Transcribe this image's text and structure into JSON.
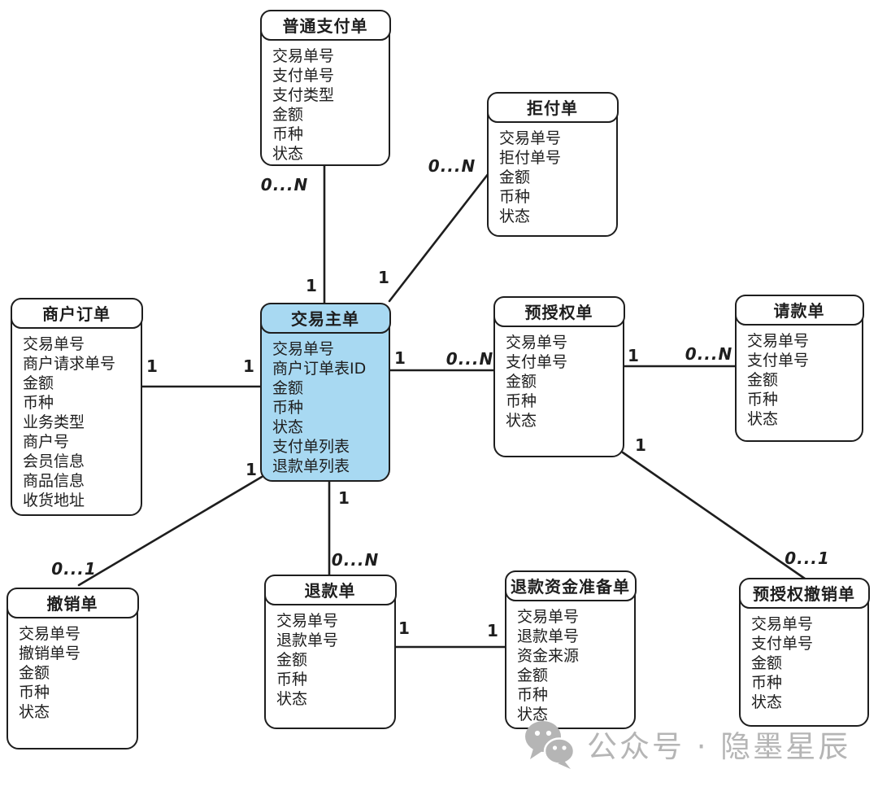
{
  "colors": {
    "stroke": "#1e1e1e",
    "highlight_fill": "#a8d9f2",
    "watermark_gray": "#b5b5b5"
  },
  "entities": [
    {
      "id": "ordinary-payment-order",
      "title": "普通支付单",
      "highlighted": false,
      "fields": [
        "交易单号",
        "支付单号",
        "支付类型",
        "金额",
        "币种",
        "状态"
      ]
    },
    {
      "id": "chargeback-order",
      "title": "拒付单",
      "highlighted": false,
      "fields": [
        "交易单号",
        "拒付单号",
        "金额",
        "币种",
        "状态"
      ]
    },
    {
      "id": "merchant-order",
      "title": "商户订单",
      "highlighted": false,
      "fields": [
        "交易单号",
        "商户请求单号",
        "金额",
        "币种",
        "业务类型",
        "商户号",
        "会员信息",
        "商品信息",
        "收货地址"
      ]
    },
    {
      "id": "trade-master-order",
      "title": "交易主单",
      "highlighted": true,
      "fields": [
        "交易单号",
        "商户订单表ID",
        "金额",
        "币种",
        "状态",
        "支付单列表",
        "退款单列表"
      ]
    },
    {
      "id": "preauthorization-order",
      "title": "预授权单",
      "highlighted": false,
      "fields": [
        "交易单号",
        "支付单号",
        "金额",
        "币种",
        "状态"
      ]
    },
    {
      "id": "capture-order",
      "title": "请款单",
      "highlighted": false,
      "fields": [
        "交易单号",
        "支付单号",
        "金额",
        "币种",
        "状态"
      ]
    },
    {
      "id": "cancellation-order",
      "title": "撤销单",
      "highlighted": false,
      "fields": [
        "交易单号",
        "撤销单号",
        "金额",
        "币种",
        "状态"
      ]
    },
    {
      "id": "refund-order",
      "title": "退款单",
      "highlighted": false,
      "fields": [
        "交易单号",
        "退款单号",
        "金额",
        "币种",
        "状态"
      ]
    },
    {
      "id": "refund-fund-preparation-order",
      "title": "退款资金准备单",
      "highlighted": false,
      "fields": [
        "交易单号",
        "退款单号",
        "资金来源",
        "金额",
        "币种",
        "状态"
      ]
    },
    {
      "id": "preauthorization-cancellation-order",
      "title": "预授权撤销单",
      "highlighted": false,
      "fields": [
        "交易单号",
        "支付单号",
        "金额",
        "币种",
        "状态"
      ]
    }
  ],
  "relationships": [
    {
      "from": "交易主单",
      "to": "普通支付单",
      "from_label": "1",
      "to_label": "0...N"
    },
    {
      "from": "交易主单",
      "to": "拒付单",
      "from_label": "1",
      "to_label": "0...N"
    },
    {
      "from": "商户订单",
      "to": "交易主单",
      "from_label": "1",
      "to_label": "1"
    },
    {
      "from": "交易主单",
      "to": "预授权单",
      "from_label": "1",
      "to_label": "0...N"
    },
    {
      "from": "预授权单",
      "to": "请款单",
      "from_label": "1",
      "to_label": "0...N"
    },
    {
      "from": "交易主单",
      "to": "撤销单",
      "from_label": "1",
      "to_label": "0...1"
    },
    {
      "from": "交易主单",
      "to": "退款单",
      "from_label": "1",
      "to_label": "0...N"
    },
    {
      "from": "退款单",
      "to": "退款资金准备单",
      "from_label": "1",
      "to_label": "1"
    },
    {
      "from": "预授权单",
      "to": "预授权撤销单",
      "from_label": "1",
      "to_label": "0...1"
    }
  ],
  "watermark": {
    "icon": "wechat-icon",
    "text": "公众号 · 隐墨星辰"
  }
}
